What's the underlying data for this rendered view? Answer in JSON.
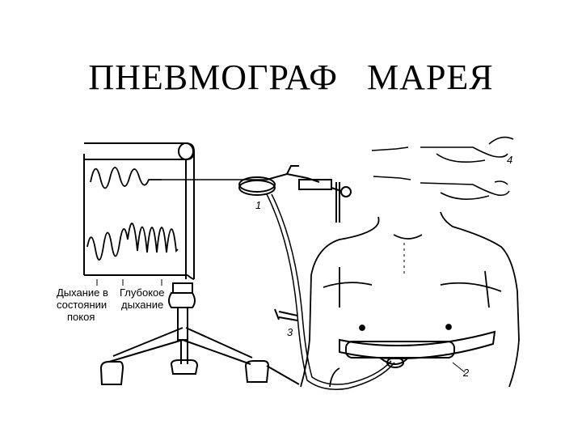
{
  "slide": {
    "title": "ПНЕВМОГРАФ   МАРЕЯ"
  },
  "figure": {
    "label_rest_line1": "Дыхание в",
    "label_rest_line2": "состоянии",
    "label_rest_line3": "покоя",
    "label_deep_line1": "Глубокое",
    "label_deep_line2": "дыхание",
    "part_1": "1",
    "part_2": "2",
    "part_3": "3",
    "part_4": "4"
  }
}
